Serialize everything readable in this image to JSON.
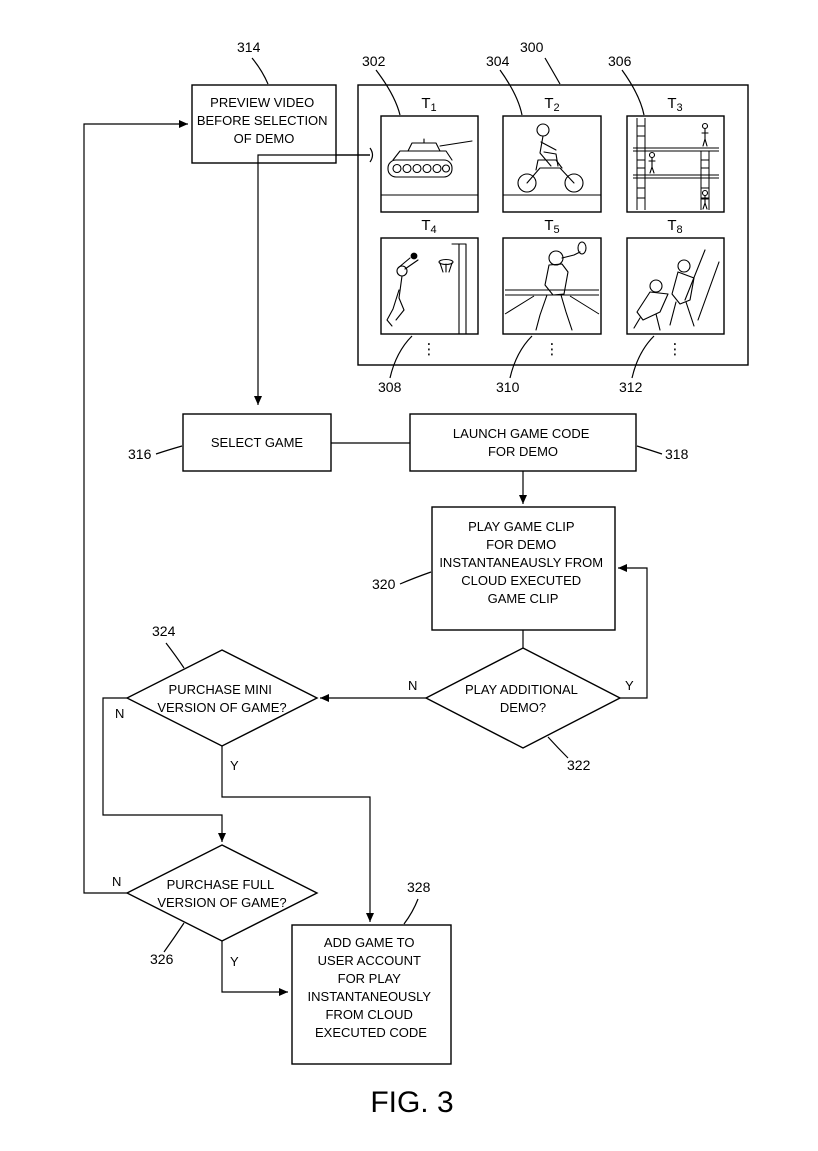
{
  "figure_label": "FIG. 3",
  "refs": {
    "r314": "314",
    "r300": "300",
    "r302": "302",
    "r304": "304",
    "r306": "306",
    "r308": "308",
    "r310": "310",
    "r312": "312",
    "r316": "316",
    "r318": "318",
    "r320": "320",
    "r322": "322",
    "r324": "324",
    "r326": "326",
    "r328": "328"
  },
  "nodes": {
    "preview": [
      "PREVIEW VIDEO",
      "BEFORE SELECTION",
      "OF DEMO"
    ],
    "select_game": [
      "SELECT GAME"
    ],
    "launch": [
      "LAUNCH GAME CODE",
      "FOR DEMO"
    ],
    "play_clip": [
      "PLAY GAME CLIP",
      "FOR DEMO",
      "INSTANTANEAUSLY FROM",
      "CLOUD EXECUTED",
      "GAME CLIP"
    ],
    "play_additional": [
      "PLAY ADDITIONAL",
      "DEMO?"
    ],
    "purchase_mini": [
      "PURCHASE MINI",
      "VERSION OF GAME?"
    ],
    "purchase_full": [
      "PURCHASE FULL",
      "VERSION OF GAME?"
    ],
    "add_game": [
      "ADD GAME TO",
      "USER ACCOUNT",
      "FOR PLAY",
      "INSTANTANEOUSLY",
      "FROM CLOUD",
      "EXECUTED CODE"
    ]
  },
  "tiles": [
    {
      "letter": "T",
      "sub": "1",
      "icon": "tank-icon"
    },
    {
      "letter": "T",
      "sub": "2",
      "icon": "motorcycle-icon"
    },
    {
      "letter": "T",
      "sub": "3",
      "icon": "ladders-platform-game-icon"
    },
    {
      "letter": "T",
      "sub": "4",
      "icon": "basketball-icon"
    },
    {
      "letter": "T",
      "sub": "5",
      "icon": "football-quarterback-icon"
    },
    {
      "letter": "T",
      "sub": "8",
      "icon": "fencing-fight-icon"
    }
  ],
  "continuation": "⋮",
  "branches": {
    "play_additional_no": "N",
    "play_additional_yes": "Y",
    "mini_no": "N",
    "mini_yes": "Y",
    "full_no": "N",
    "full_yes": "Y"
  }
}
